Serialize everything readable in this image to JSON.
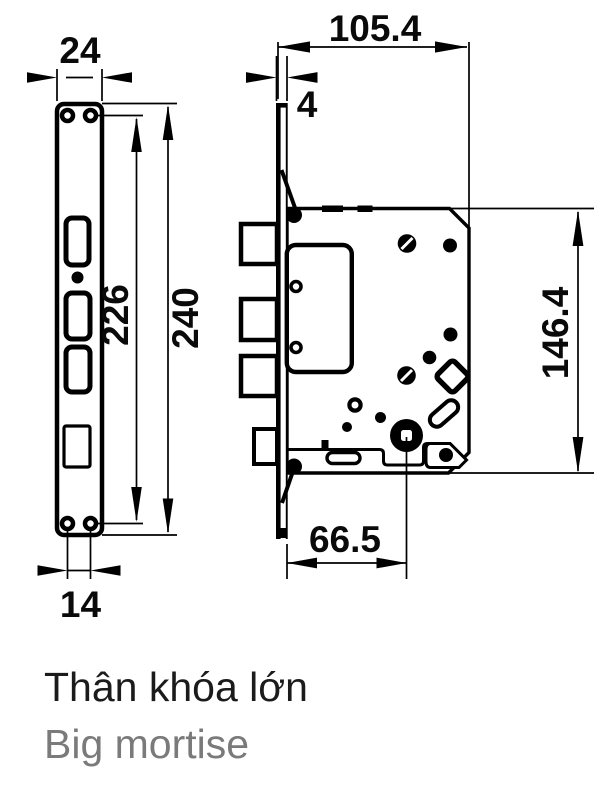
{
  "drawing": {
    "front_view": {
      "width": "24",
      "hole_spacing": "226",
      "height": "240",
      "bottom_hole_spacing": "14"
    },
    "side_view": {
      "depth": "105.4",
      "plate_thickness": "4",
      "body_height": "146.4",
      "backset": "66.5"
    },
    "line_color": "#000000"
  },
  "caption": {
    "line1": "Thân khóa lớn",
    "line2": "Big mortise",
    "line1_color": "#1b1b1b",
    "line2_color": "#7a7a7a"
  }
}
